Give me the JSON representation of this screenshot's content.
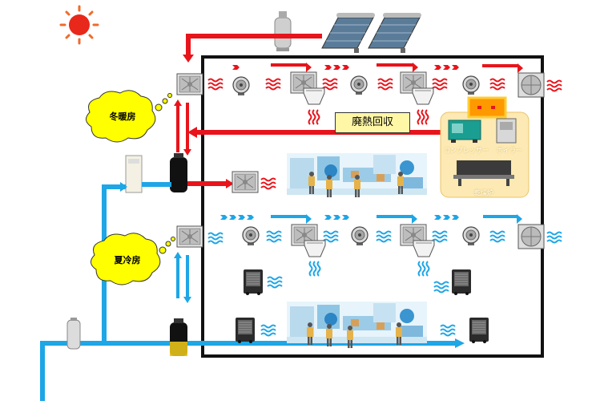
{
  "labels": {
    "winter_room": "冬暖房",
    "summer_room": "夏冷房",
    "waste_heat_recovery": "廃熱回収",
    "compressor": "コンプレッサー",
    "boiler": "ボイラー",
    "drying_oven": "乾燥炉"
  },
  "icons": [
    "sun-icon",
    "solar-panel-icon",
    "tank-icon",
    "fan-unit-icon",
    "circulator-fan-icon",
    "exhaust-fan-icon",
    "heat-pump-icon",
    "water-heater-icon",
    "filter-icon",
    "worker-icon",
    "cooler-icon"
  ],
  "colors": {
    "hot": "#e8141b",
    "cold": "#1ea6e6",
    "bubble": "#ffff00",
    "panel": "#fde9b3",
    "machine": "#ff9900"
  }
}
